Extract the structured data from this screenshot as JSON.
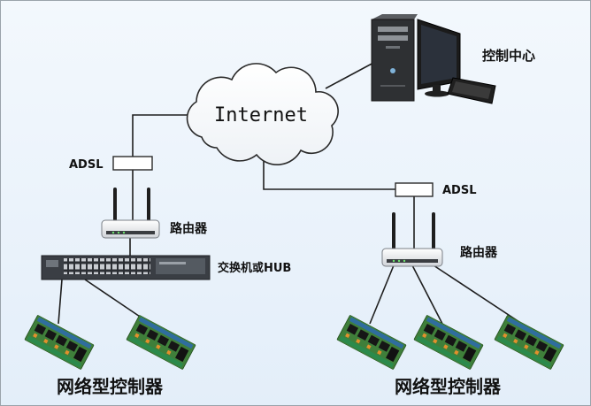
{
  "internet": {
    "label": "Internet"
  },
  "control_center": {
    "label": "控制中心"
  },
  "left_branch": {
    "adsl_label": "ADSL",
    "router_label": "路由器",
    "switch_label": "交换机或HUB",
    "controllers_label": "网络型控制器"
  },
  "right_branch": {
    "adsl_label": "ADSL",
    "router_label": "路由器",
    "controllers_label": "网络型控制器"
  },
  "icons": [
    "computer-icon",
    "cloud-icon",
    "adsl-modem-icon",
    "router-icon",
    "switch-icon",
    "controller-board-icon"
  ],
  "colors": {
    "background": "#e9f2fb",
    "line": "#1f1f1f",
    "board": "#3f7f3a"
  }
}
